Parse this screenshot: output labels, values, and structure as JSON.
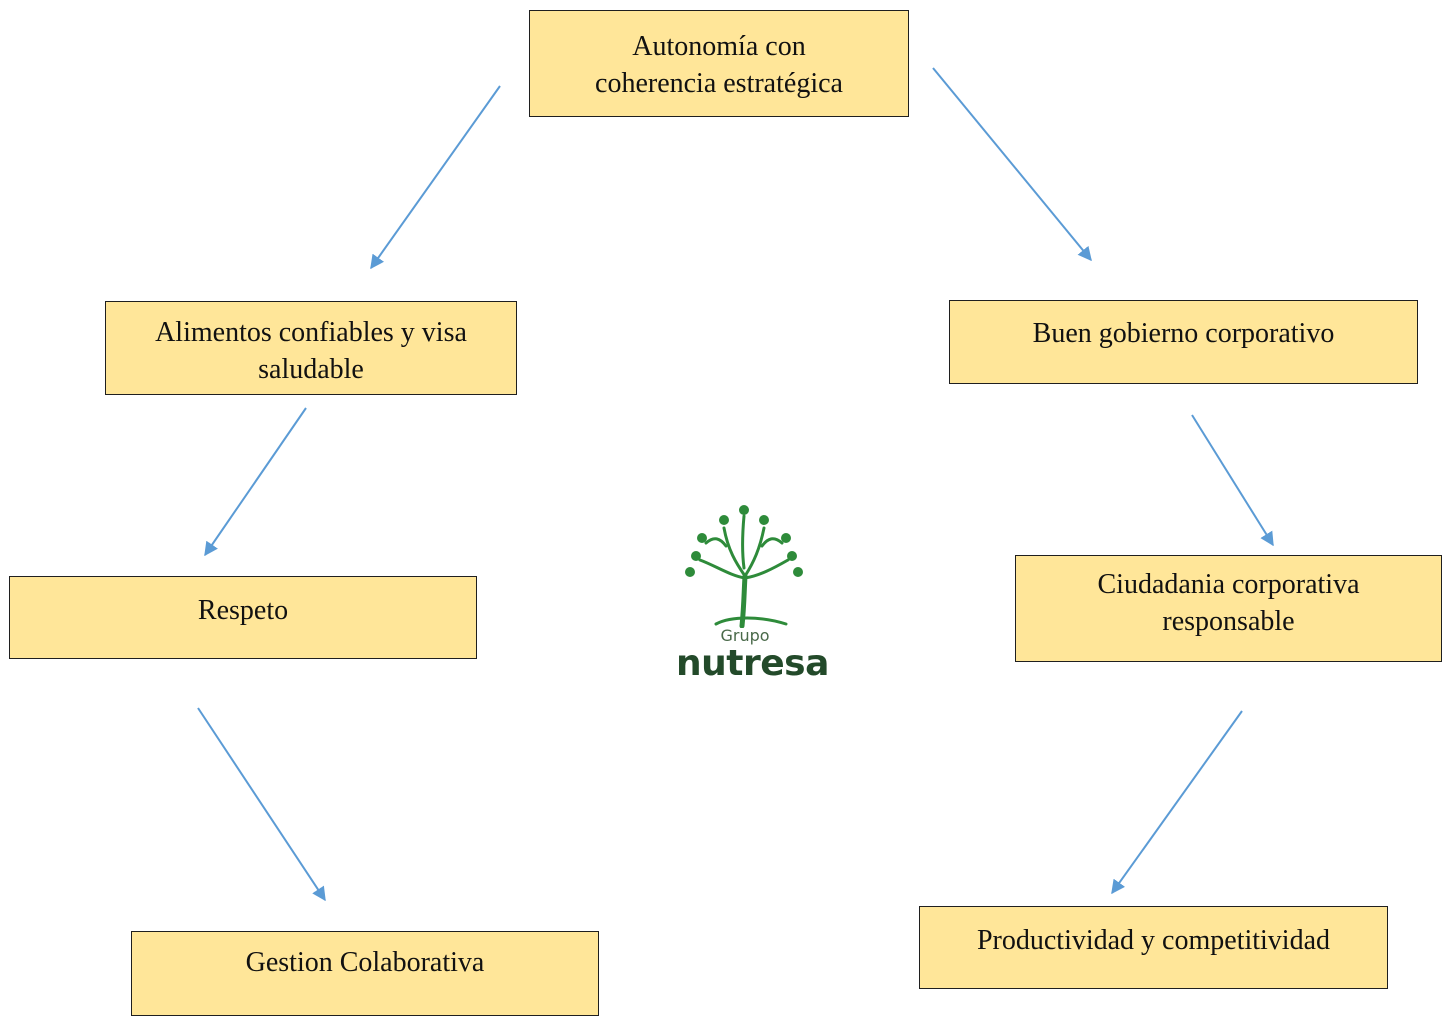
{
  "nodes": {
    "top": {
      "lines": [
        "Autonomía con",
        "coherencia estratégica"
      ]
    },
    "left1": {
      "lines": [
        "Alimentos confiables y visa",
        "saludable"
      ]
    },
    "left2": {
      "lines": [
        "Respeto"
      ]
    },
    "left3": {
      "lines": [
        "Gestion Colaborativa"
      ]
    },
    "right1": {
      "lines": [
        "Buen gobierno corporativo"
      ]
    },
    "right2": {
      "lines": [
        "Ciudadania corporativa",
        "responsable"
      ]
    },
    "right3": {
      "lines": [
        "Productividad y competitividad"
      ]
    }
  },
  "logo": {
    "small_text": "Grupo",
    "big_text": "nutresa"
  },
  "colors": {
    "box_fill": "#ffe699",
    "arrow": "#5b9bd5",
    "logo_green": "#2e8b3a"
  }
}
